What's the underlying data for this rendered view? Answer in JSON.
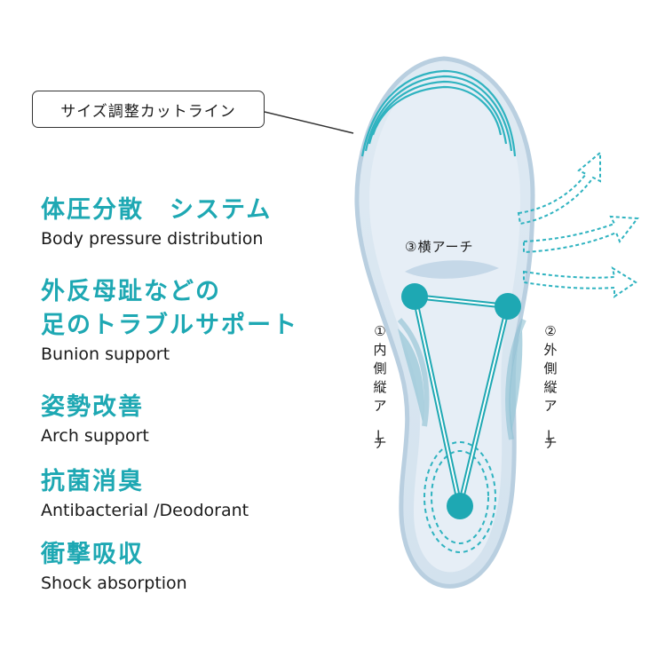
{
  "callout": {
    "text": "サイズ調整カットライン"
  },
  "features": [
    {
      "jp": "体圧分散　システム",
      "en": "Body pressure distribution"
    },
    {
      "jp_line1": "外反母趾などの",
      "jp_line2": "足のトラブルサポート",
      "en": "Bunion support"
    },
    {
      "jp": "姿勢改善",
      "en": "Arch support"
    },
    {
      "jp": "抗菌消臭",
      "en": "Antibacterial /Deodorant"
    },
    {
      "jp": "衝撃吸収",
      "en": "Shock absorption"
    }
  ],
  "arches": {
    "transverse": "③横アーチ",
    "medial": "①内側縦アーチ",
    "lateral": "②外側縦アーチ"
  },
  "colors": {
    "accent": "#1ea8b3",
    "insole_fill": "#dce8f2",
    "insole_stroke": "#b9cfe0",
    "arrow": "#2fb3c0"
  }
}
